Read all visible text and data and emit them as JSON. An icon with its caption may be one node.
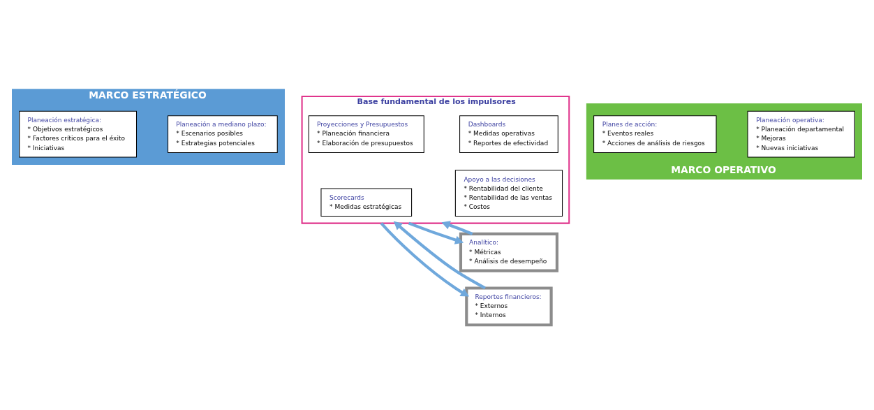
{
  "diagram": {
    "nodes": [
      {
        "text": [
          "MARCO ESTRATÉGICO"
        ]
      },
      {
        "text": [
          "Planeación estratégica:",
          "* Objetivos estratégicos",
          "* Factores críticos para el éxito",
          "* Iniciativas"
        ],
        "in": 0
      },
      {
        "text": [
          "Planeación a mediano plazo:",
          "* Escenarios posibles",
          "* Estrategias potenciales"
        ],
        "in": 0
      },
      {
        "text": [
          "Base fundamental de los impulsores"
        ]
      },
      {
        "text": [
          "Scorecards",
          "* Medidas estratégicas"
        ],
        "in": 3
      },
      {
        "text": [
          "Apoyo a las decisiones",
          "* Rentabilidad del cliente",
          "* Rentabilidad de las ventas",
          "* Costos"
        ],
        "in": 3
      },
      {
        "text": [
          "Proyecciones y Presupuestos",
          "* Planeación financiera",
          "* Elaboración de presupuestos"
        ],
        "in": 3
      },
      {
        "text": [
          "Dashboards",
          "* Medidas operativas",
          "* Reportes de efectividad"
        ],
        "in": 3
      },
      {
        "text": [
          "Analítico:",
          "* Métricas",
          "* Análisis de desempeño"
        ]
      },
      {
        "text": [
          "Reportes financieros:",
          "* Externos",
          "* Internos"
        ]
      },
      {
        "text": [
          "MARCO OPERATIVO"
        ]
      },
      {
        "text": [
          "Planes de acción:",
          "* Eventos reales",
          "* Acciones de análisis de riesgos"
        ],
        "in": 10
      },
      {
        "text": [
          "Planeación operativa:",
          "* Planeación departamental",
          "* Mejoras",
          "* Nuevas iniciativas"
        ],
        "in": 10
      }
    ],
    "edges": [
      {
        "from": 3,
        "to": 8,
        "arrow": "to"
      },
      {
        "from": 8,
        "to": 3,
        "arrow": "to"
      },
      {
        "from": 3,
        "to": 9,
        "arrow": "to"
      },
      {
        "from": 9,
        "to": 3,
        "arrow": "to"
      }
    ]
  }
}
